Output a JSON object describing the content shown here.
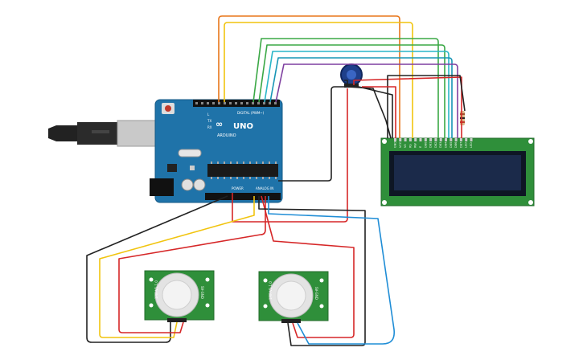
{
  "arduino": {
    "brand": "UNO",
    "sub_brand": "ARDUINO",
    "digital_label": "DIGITAL (PWM~)",
    "power_label": "POWER",
    "analog_label": "ANALOG IN",
    "tx_label": "TX",
    "rx_label": "RX",
    "l_label": "L"
  },
  "lcd": {
    "pin_labels": [
      "GND",
      "VCC",
      "V0",
      "RS",
      "RW",
      "E",
      "DB0",
      "DB1",
      "DB2",
      "DB3",
      "DB4",
      "DB5",
      "DB6",
      "DB7",
      "LED",
      "LED"
    ]
  },
  "pir_sensors": [
    {
      "left_label": "1PIR-V1.1.0",
      "right_label": "SV-GND"
    },
    {
      "left_label": "1PIR-V1.1.0",
      "right_label": "SV-GND"
    }
  ],
  "colors": {
    "board": "#1f73a9",
    "pcb_green": "#2f8f3a",
    "lcd_screen": "#1b2a4a",
    "wire_orange": "#e8761a",
    "wire_yellow": "#f1c40f",
    "wire_green": "#3aa845",
    "wire_cyan": "#29b6c8",
    "wire_teal": "#1795b5",
    "wire_purple": "#7e3fa0",
    "wire_red": "#d62728",
    "wire_black": "#222222",
    "wire_blue": "#1f8dd6"
  }
}
